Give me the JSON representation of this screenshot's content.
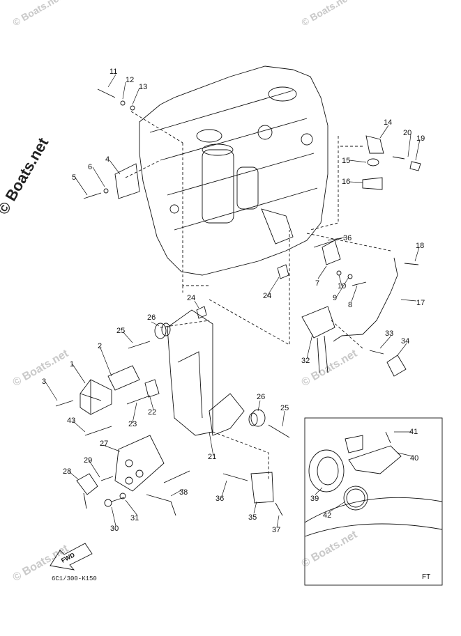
{
  "watermarks": {
    "side": "© Boats.net",
    "small": "© Boats.net"
  },
  "diagram_code": "6C1/300-K150",
  "inset_label": "FT",
  "fwd_label": "FWD",
  "parts": [
    {
      "n": "1"
    },
    {
      "n": "2"
    },
    {
      "n": "3"
    },
    {
      "n": "4"
    },
    {
      "n": "5"
    },
    {
      "n": "6"
    },
    {
      "n": "7"
    },
    {
      "n": "8"
    },
    {
      "n": "9"
    },
    {
      "n": "10"
    },
    {
      "n": "11"
    },
    {
      "n": "12"
    },
    {
      "n": "13"
    },
    {
      "n": "14"
    },
    {
      "n": "15"
    },
    {
      "n": "16"
    },
    {
      "n": "17"
    },
    {
      "n": "18"
    },
    {
      "n": "19"
    },
    {
      "n": "20"
    },
    {
      "n": "21"
    },
    {
      "n": "22"
    },
    {
      "n": "23"
    },
    {
      "n": "24"
    },
    {
      "n": "24"
    },
    {
      "n": "25"
    },
    {
      "n": "25"
    },
    {
      "n": "26"
    },
    {
      "n": "26"
    },
    {
      "n": "27"
    },
    {
      "n": "28"
    },
    {
      "n": "29"
    },
    {
      "n": "30"
    },
    {
      "n": "31"
    },
    {
      "n": "32"
    },
    {
      "n": "33"
    },
    {
      "n": "34"
    },
    {
      "n": "35"
    },
    {
      "n": "36"
    },
    {
      "n": "36"
    },
    {
      "n": "37"
    },
    {
      "n": "38"
    },
    {
      "n": "39"
    },
    {
      "n": "40"
    },
    {
      "n": "41"
    },
    {
      "n": "42"
    },
    {
      "n": "43"
    }
  ]
}
